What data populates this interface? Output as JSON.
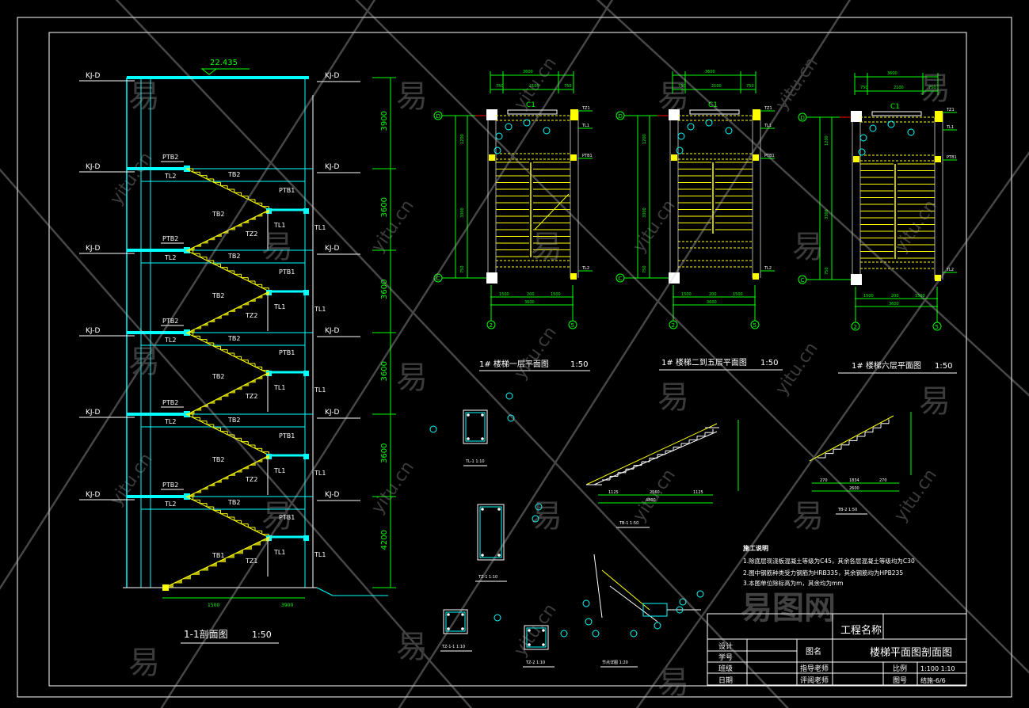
{
  "colors": {
    "background": "#000000",
    "frame": "#ffffff",
    "structure": "#00ffff",
    "stairs": "#ffff00",
    "dimension": "#00ff00",
    "column": "#ffffff",
    "watermark": "#9a9a9a"
  },
  "watermark": {
    "char": "易",
    "site": "yitu.cn",
    "logo": "易图网"
  },
  "section": {
    "top_elevation": "22.435",
    "frame_label": "KJ-D",
    "labels": {
      "ptb2": "PTB2",
      "ptb1": "PTB1",
      "tb2": "TB2",
      "tb1": "TB1",
      "tl1": "TL1",
      "tl2": "TL2",
      "tz2": "TZ2",
      "tz1": "TZ1"
    },
    "storey_heights": [
      "3900",
      "3600",
      "3600",
      "3600",
      "3600",
      "4200"
    ],
    "bottom_dims": [
      "1500",
      "3900"
    ],
    "title": "1-1剖面图",
    "scale": "1:50"
  },
  "plans": [
    {
      "caption": "1#  楼梯一层平面图",
      "scale": "1:50"
    },
    {
      "caption": "1#  楼梯二到五层平面图",
      "scale": "1:50"
    },
    {
      "caption": "1#  楼梯六层平面图",
      "scale": "1:50"
    }
  ],
  "plan_common": {
    "window": "C1",
    "axis_top": "D",
    "axis_bottom": "C",
    "axis_left": "2",
    "axis_right": "5",
    "total_width": "3600",
    "top_dims": [
      "750",
      "2100",
      "750"
    ],
    "bottom_dims": [
      "1500",
      "200",
      "1500"
    ],
    "left_dims": [
      "1200",
      "3300",
      "750"
    ],
    "tags": [
      "TZ1",
      "TL1",
      "PTB1",
      "TL2"
    ]
  },
  "details": {
    "tl1": "TL-1  1:10",
    "tz1": "TZ-1  1:10",
    "tz11": "TZ-1-1  1:10",
    "tz2": "TZ-2  1:10",
    "tb1": "TB-1  1:50",
    "tb2": "TB-2  1:50",
    "node": "节点详图  1:20",
    "tb1_dims": [
      "1125",
      "2560",
      "1125"
    ],
    "tb1_total": "4800",
    "tb2_dims": [
      "270",
      "1834",
      "270"
    ],
    "tb2_total": "2600"
  },
  "notes": {
    "title": "施工说明",
    "items": [
      "1.除底层现浇板混凝土等级为C45，其余各层混凝土等级均为C30",
      "2.图中钢筋种类受力钢筋为HRB335，其余钢筋均为HPB235",
      "3.本图单位除标高为m，其余均为mm"
    ]
  },
  "title_block": {
    "project_name": "工程名称",
    "drawing_name_label": "图名",
    "drawing_name": "楼梯平面图剖面图",
    "design": "设计",
    "student_no": "学号",
    "class": "班级",
    "date": "日期",
    "advisor": "指导老师",
    "reviewer": "评阅老师",
    "scale_label": "比例",
    "scale_value": "1:100  1:10",
    "drawing_no_label": "图号",
    "drawing_no": "结施-6/6"
  }
}
